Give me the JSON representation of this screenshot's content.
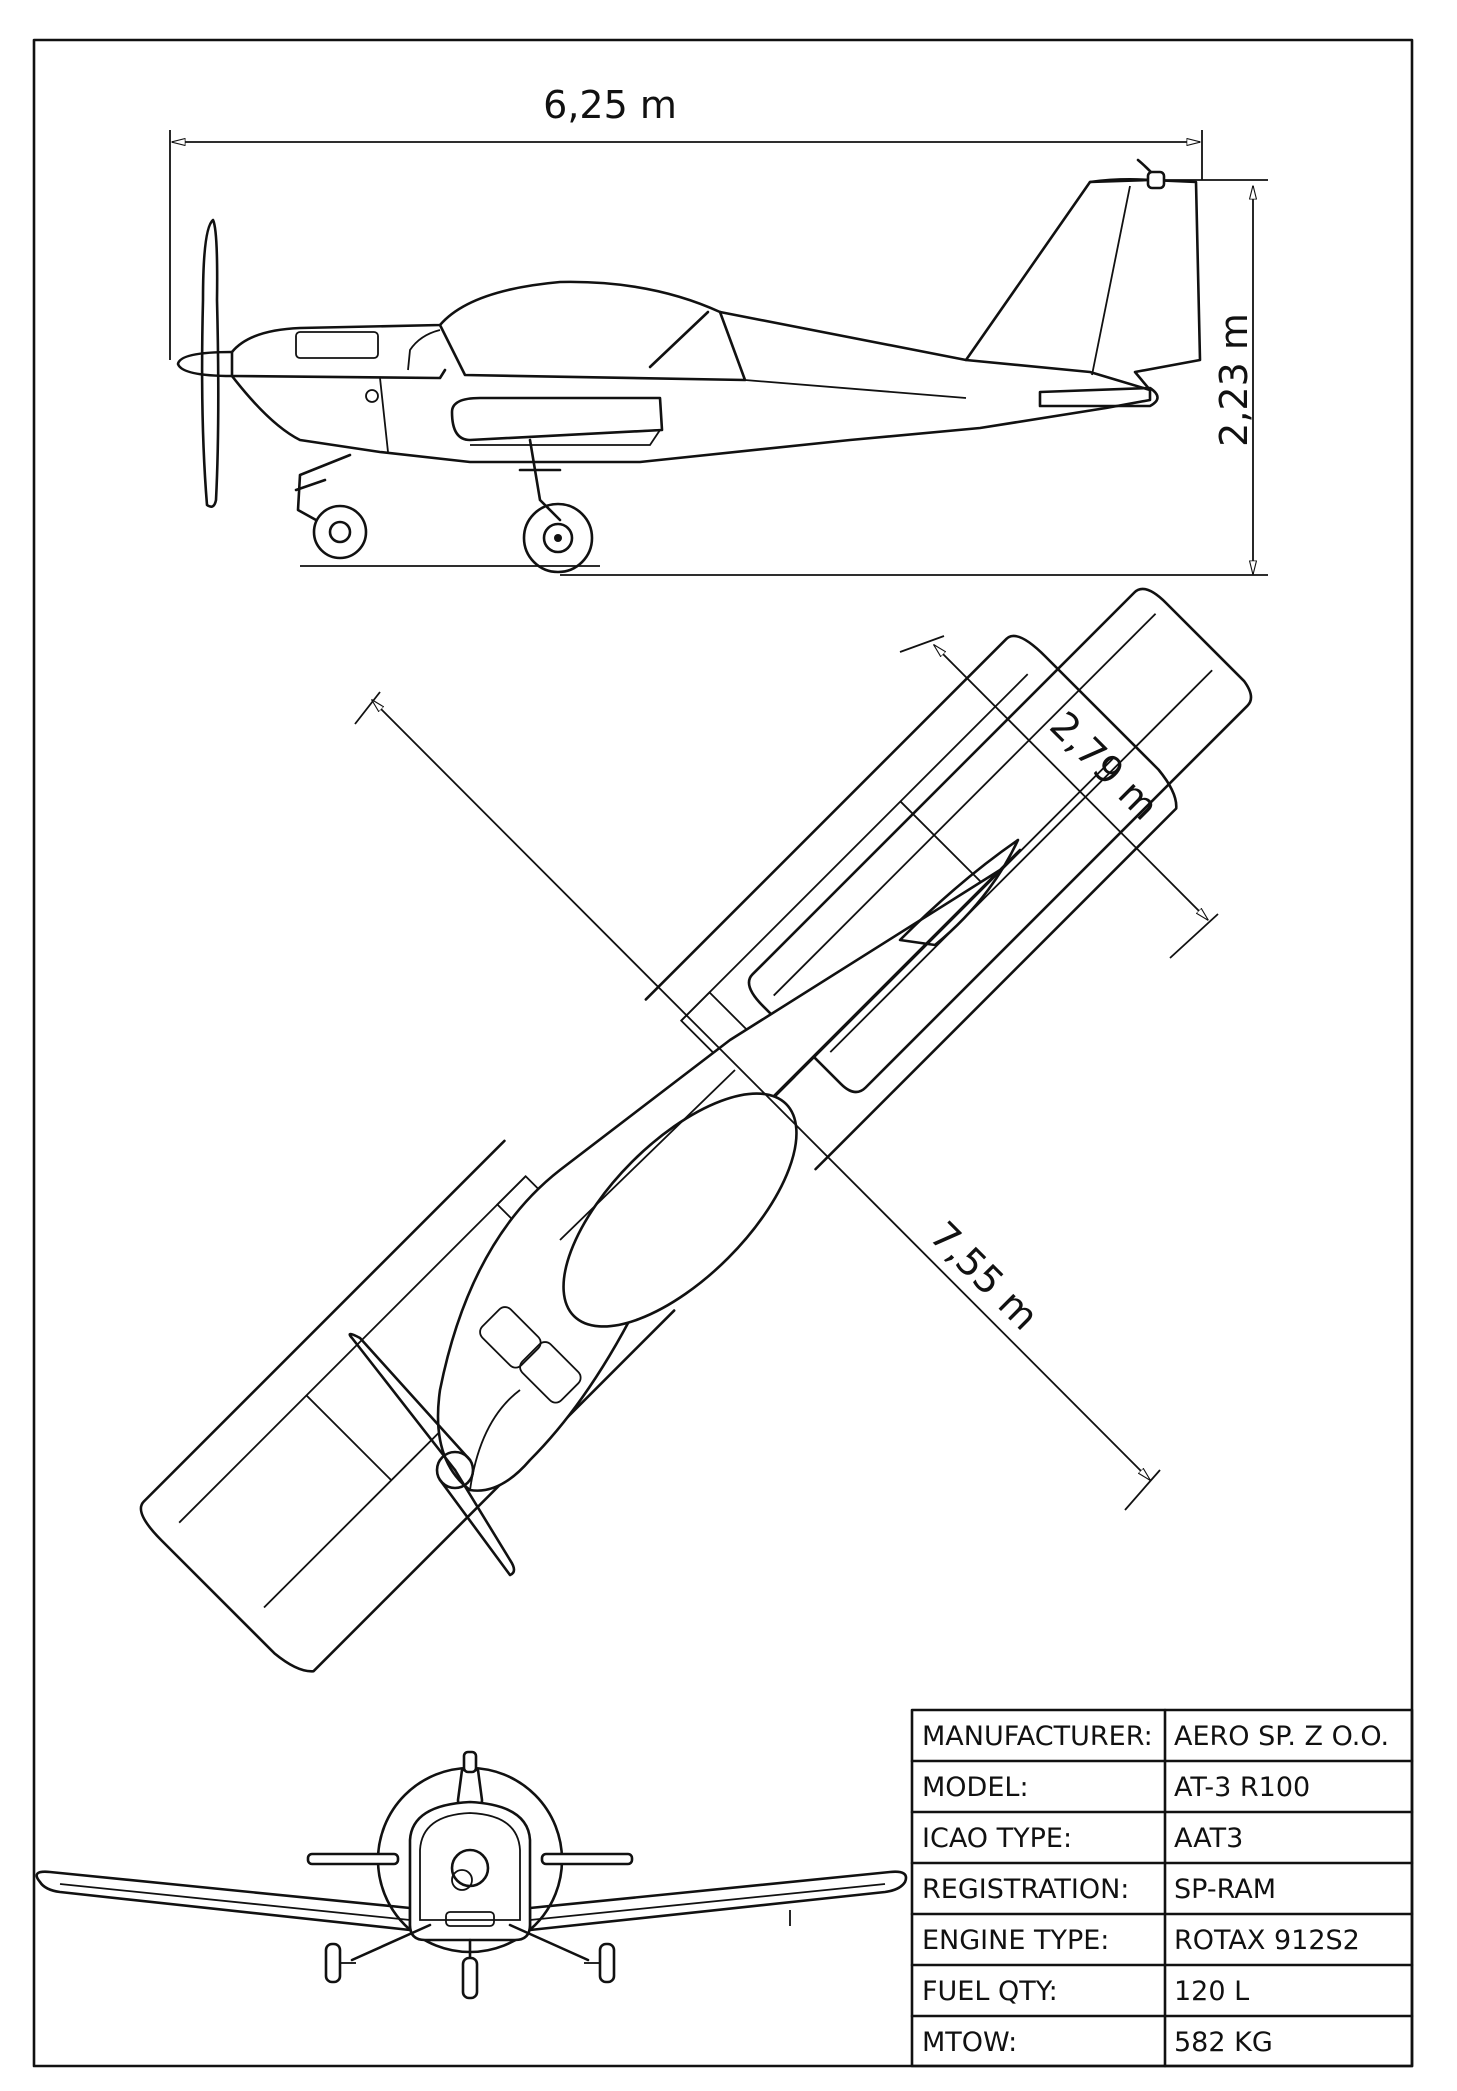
{
  "dimensions": {
    "length": "6,25 m",
    "height": "2,23 m",
    "tail_span": "2,79 m",
    "wing_span": "7,55 m"
  },
  "title_block": [
    {
      "label": "MANUFACTURER:",
      "value": "AERO SP. Z O.O."
    },
    {
      "label": "MODEL:",
      "value": "AT-3 R100"
    },
    {
      "label": "ICAO TYPE:",
      "value": "AAT3"
    },
    {
      "label": "REGISTRATION:",
      "value": "SP-RAM"
    },
    {
      "label": "ENGINE TYPE:",
      "value": "ROTAX 912S2"
    },
    {
      "label": "FUEL QTY:",
      "value": "120 L"
    },
    {
      "label": "MTOW:",
      "value": "582 KG"
    }
  ]
}
